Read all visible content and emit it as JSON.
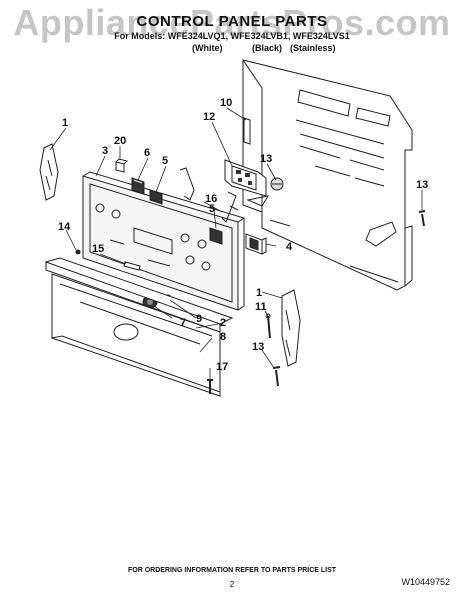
{
  "watermark": "AppliancePartsPros.com",
  "title": "CONTROL PANEL PARTS",
  "models_line": "For Models: WFE324LVQ1, WFE324LVB1, WFE324LVS1",
  "finishes": [
    "(White)",
    "(Black)",
    "(Stainless)"
  ],
  "callouts": {
    "c1a": "1",
    "c20": "20",
    "c3": "3",
    "c6": "6",
    "c5a": "5",
    "c10": "10",
    "c12": "12",
    "c13a": "13",
    "c13b": "13",
    "c16": "16",
    "c5b": "5",
    "c4": "4",
    "c14": "14",
    "c15": "15",
    "c7": "7",
    "c9": "9",
    "c2": "2",
    "c8": "8",
    "c17": "17",
    "c1b": "1",
    "c11": "11",
    "c13c": "13"
  },
  "footer_text": "FOR ORDERING INFORMATION REFER TO PARTS PRICE LIST",
  "page_number": "2",
  "doc_number": "W10449752",
  "colors": {
    "line": "#222222",
    "panel_fill": "#f4f4f4",
    "dark_part": "#333333"
  }
}
